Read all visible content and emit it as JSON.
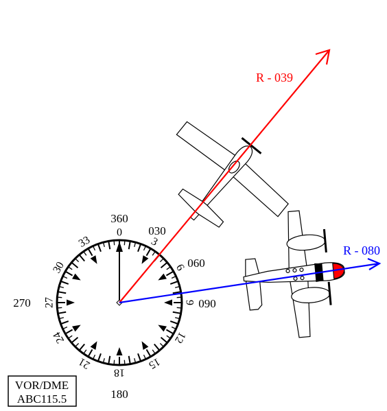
{
  "radials": {
    "red_label": "R - 039",
    "blue_label": "R - 080",
    "red_color": "#ff0000",
    "blue_color": "#0000ff"
  },
  "compass": {
    "dial_numbers": [
      "0",
      "3",
      "6",
      "9",
      "12",
      "15",
      "18",
      "21",
      "24",
      "27",
      "30",
      "33"
    ],
    "outer_labels": {
      "north": "360",
      "n030": "030",
      "n060": "060",
      "n090": "090",
      "south": "180",
      "west": "270"
    }
  },
  "station": {
    "line1": "VOR/DME",
    "line2": "ABC115.5"
  },
  "icons": [
    "single-engine-airplane-icon",
    "twin-engine-airplane-icon",
    "compass-rose-icon",
    "vor-station-icon"
  ]
}
